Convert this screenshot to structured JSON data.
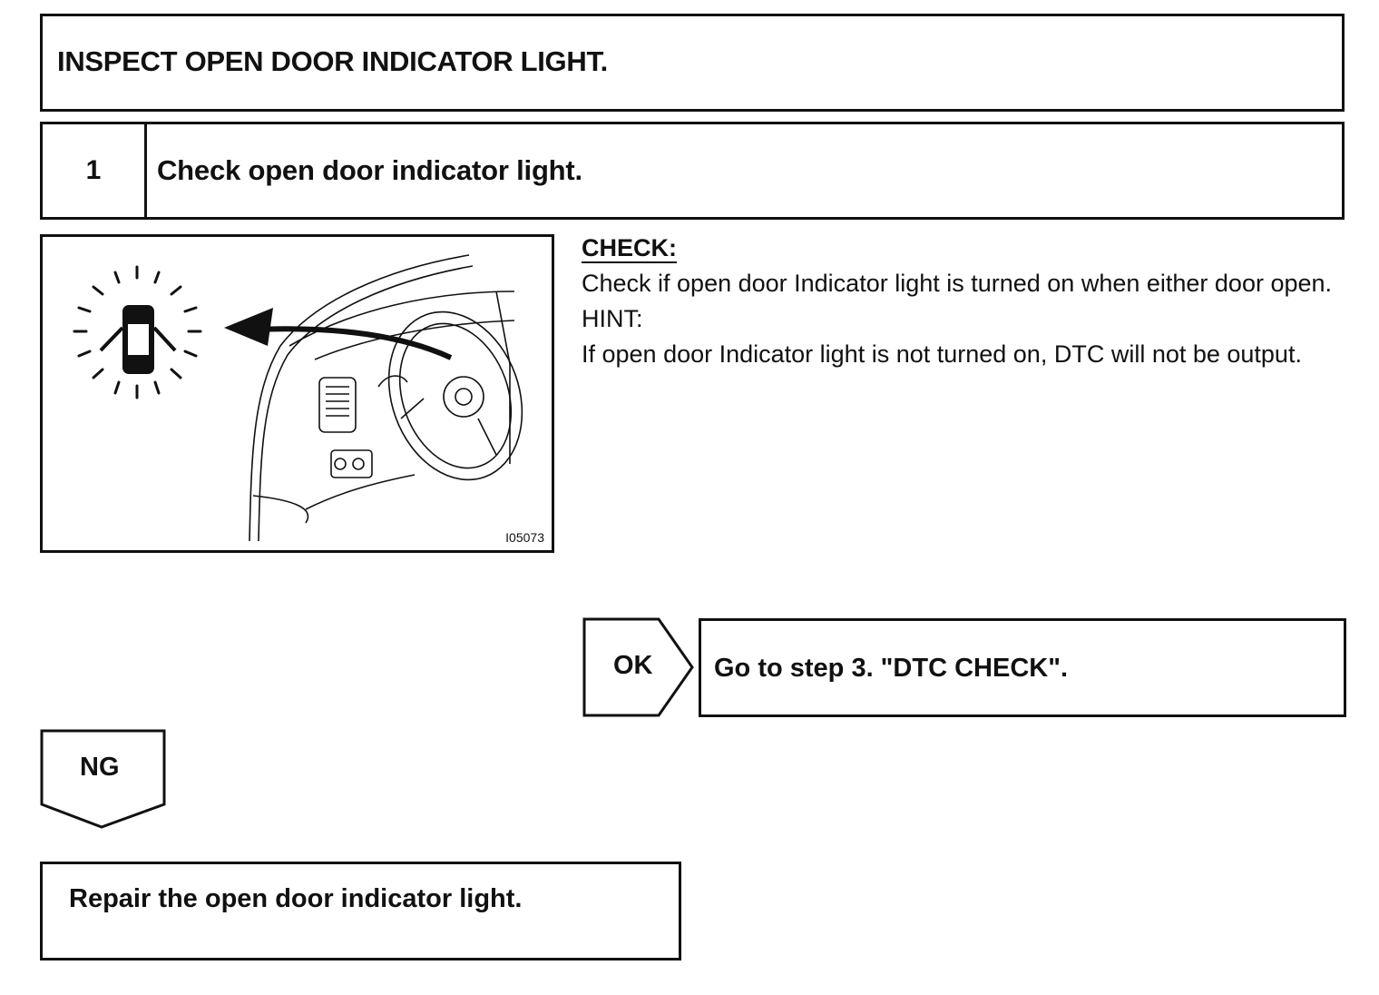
{
  "title": "INSPECT OPEN DOOR INDICATOR LIGHT.",
  "step": {
    "number": "1",
    "label": "Check open door indicator light."
  },
  "figure": {
    "code": "I05073",
    "icons": [
      "car-door-open-indicator-icon",
      "arrow-icon",
      "steering-wheel-dashboard-illustration"
    ]
  },
  "check": {
    "heading": "CHECK:",
    "text": "Check if open door Indicator light is turned on when either door open.",
    "hint_heading": "HINT:",
    "hint_text": "If open door Indicator light is not turned on, DTC will not be output."
  },
  "ok": {
    "label": "OK",
    "action": "Go to step 3. \"DTC CHECK\"."
  },
  "ng": {
    "label": "NG",
    "action": "Repair the open door indicator light."
  }
}
